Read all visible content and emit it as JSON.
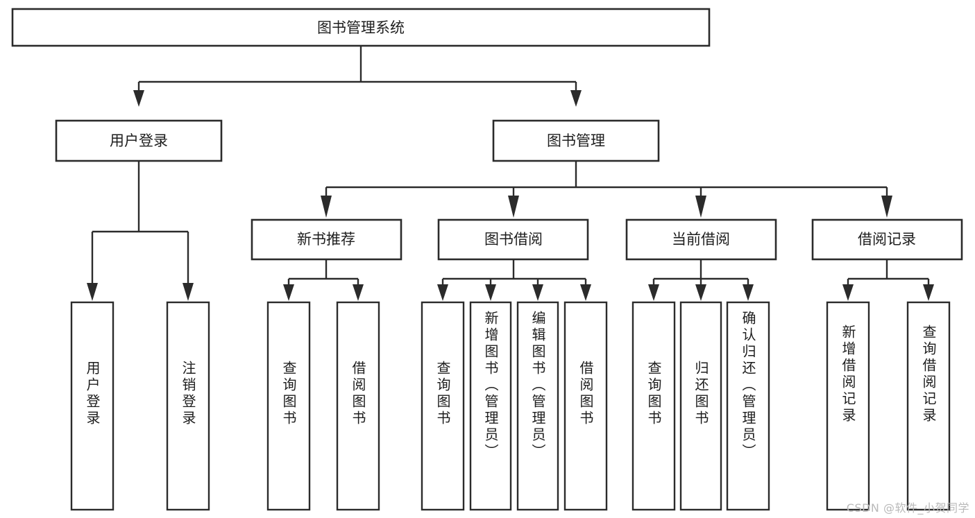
{
  "diagram": {
    "type": "tree-hierarchy",
    "title": "图书管理系统",
    "orientation": "top-down",
    "root": {
      "label": "图书管理系统",
      "children": [
        {
          "label": "用户登录",
          "children": [
            {
              "label": "用户登录",
              "vertical": true
            },
            {
              "label": "注销登录",
              "vertical": true
            }
          ]
        },
        {
          "label": "图书管理",
          "children": [
            {
              "label": "新书推荐",
              "children": [
                {
                  "label": "查询图书",
                  "vertical": true
                },
                {
                  "label": "借阅图书",
                  "vertical": true
                }
              ]
            },
            {
              "label": "图书借阅",
              "children": [
                {
                  "label": "查询图书",
                  "vertical": true
                },
                {
                  "label": "新增图书（管理员）",
                  "vertical": true
                },
                {
                  "label": "编辑图书（管理员）",
                  "vertical": true
                },
                {
                  "label": "借阅图书",
                  "vertical": true
                }
              ]
            },
            {
              "label": "当前借阅",
              "children": [
                {
                  "label": "查询图书",
                  "vertical": true
                },
                {
                  "label": "归还图书",
                  "vertical": true
                },
                {
                  "label": "确认归还（管理员）",
                  "vertical": true
                }
              ]
            },
            {
              "label": "借阅记录",
              "children": [
                {
                  "label": "新增借阅记录",
                  "vertical": true
                },
                {
                  "label": "查询借阅记录",
                  "vertical": true
                }
              ]
            }
          ]
        }
      ]
    }
  },
  "labels": {
    "root": "图书管理系统",
    "user_login": "用户登录",
    "book_manage": "图书管理",
    "new_book_rec": "新书推荐",
    "book_borrow": "图书借阅",
    "current_borrow": "当前借阅",
    "borrow_record": "借阅记录",
    "leaf_user_login": "用户登录",
    "leaf_logout": "注销登录",
    "leaf_query_book_1": "查询图书",
    "leaf_borrow_book_1": "借阅图书",
    "leaf_query_book_2": "查询图书",
    "leaf_add_book_admin": "新增图书（管理员）",
    "leaf_edit_book_admin": "编辑图书（管理员）",
    "leaf_borrow_book_2": "借阅图书",
    "leaf_query_book_3": "查询图书",
    "leaf_return_book": "归还图书",
    "leaf_confirm_return_admin": "确认归还（管理员）",
    "leaf_add_record": "新增借阅记录",
    "leaf_query_record": "查询借阅记录"
  },
  "watermark": {
    "text": "CSDN @软件_小贺同学"
  },
  "colors": {
    "stroke": "#2b2b2b",
    "fill": "#ffffff",
    "text": "#1d1d1d",
    "watermark": "#b9b9b9"
  }
}
